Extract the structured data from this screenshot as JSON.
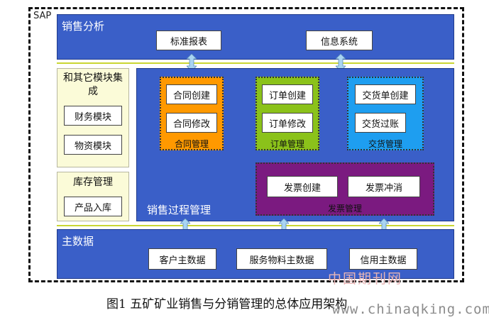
{
  "frame_label": "SAP",
  "sales_analysis": {
    "title": "销售分析",
    "items": [
      "标准报表",
      "信息系统"
    ]
  },
  "other_modules": {
    "title": "和其它模块集成",
    "items": [
      "财务模块",
      "物资模块"
    ]
  },
  "inventory": {
    "title": "库存管理",
    "items": [
      "产品入库"
    ]
  },
  "sales_process": {
    "title": "销售过程管理",
    "contract": {
      "label": "合同管理",
      "items": [
        "合同创建",
        "合同修改"
      ],
      "color": "#ff9900"
    },
    "order": {
      "label": "订单管理",
      "items": [
        "订单创建",
        "订单修改"
      ],
      "color": "#8bc21a"
    },
    "delivery": {
      "label": "交货管理",
      "items": [
        "交货单创建",
        "交货过账"
      ],
      "color": "#1e9ef0"
    },
    "invoice": {
      "label": "发票管理",
      "items": [
        "发票创建",
        "发票冲消"
      ],
      "color": "#7b1a80"
    }
  },
  "master_data": {
    "title": "主数据",
    "items": [
      "客户主数据",
      "服务物料主数据",
      "信用主数据"
    ]
  },
  "watermark": "中国期刊网",
  "caption": "图1 五矿矿业销售与分销管理的总体应用架构",
  "url": "www.chinaqking.com"
}
